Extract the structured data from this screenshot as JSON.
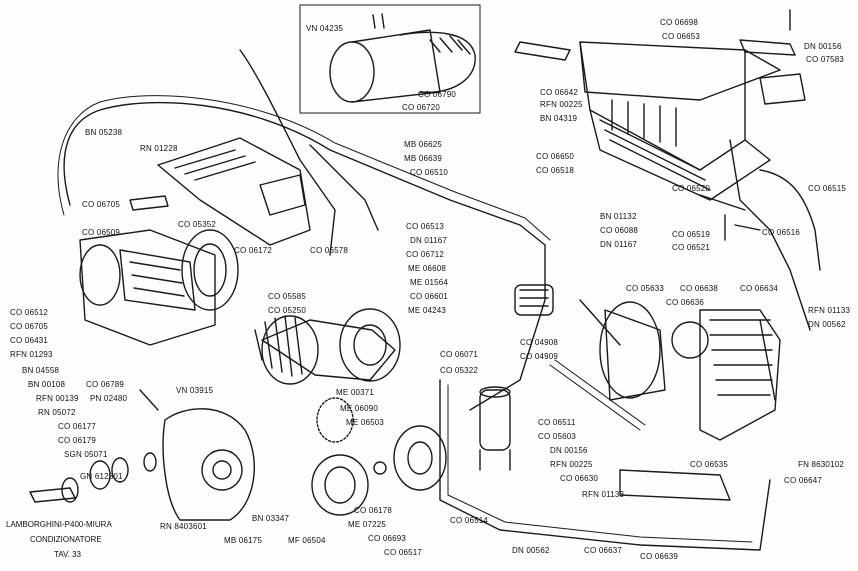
{
  "caption": {
    "line1": "LAMBORGHINI-P400-MIURA",
    "line2": "CONDIZIONATORE",
    "line3": "TAV. 33"
  },
  "part_labels": [
    "VN 04235",
    "CO 06790",
    "CO 06720",
    "CO 06698",
    "CO 06653",
    "DN 00156",
    "CO 07583",
    "CO 06642",
    "RFN 00225",
    "BN 04319",
    "BN 05238",
    "RN 01228",
    "MB 06625",
    "MB 06639",
    "CO 06510",
    "CO 06650",
    "CO 06518",
    "CO 06520",
    "CO 06515",
    "CO 06705",
    "CO 06509",
    "CO 05352",
    "CO 06172",
    "CO 06578",
    "CO 06513",
    "DN 01167",
    "CO 06712",
    "ME 06608",
    "ME 01564",
    "CO 06601",
    "ME 04243",
    "BN 01132",
    "CO 06088",
    "DN 01167",
    "CO 06519",
    "CO 06516",
    "CO 06521",
    "CO 06512",
    "CO 06705",
    "CO 06431",
    "RFN 01293",
    "BN 04558",
    "BN 00108",
    "CO 06789",
    "RFN 00139",
    "PN 02480",
    "RN 05072",
    "CO 06177",
    "CO 06179",
    "SGN 05071",
    "GN 612801",
    "RN 8403601",
    "VN 03915",
    "CO 05585",
    "CO 05250",
    "ME 00371",
    "ME 06090",
    "ME 06503",
    "CO 06071",
    "CO 05322",
    "CO 04908",
    "CO 04909",
    "CO 05633",
    "CO 06638",
    "CO 06636",
    "CO 06634",
    "RFN 01133",
    "DN 00562",
    "CO 06511",
    "CO 05603",
    "DN 00156",
    "RFN 00225",
    "CO 06630",
    "CO 06535",
    "FN 8630102",
    "CO 06647",
    "BN 03347",
    "MB 06175",
    "MF 06504",
    "CO 06178",
    "ME 07225",
    "CO 06693",
    "CO 06514",
    "RFN 01133",
    "CO 06517",
    "DN 00562",
    "CO 06637",
    "CO 06639"
  ]
}
